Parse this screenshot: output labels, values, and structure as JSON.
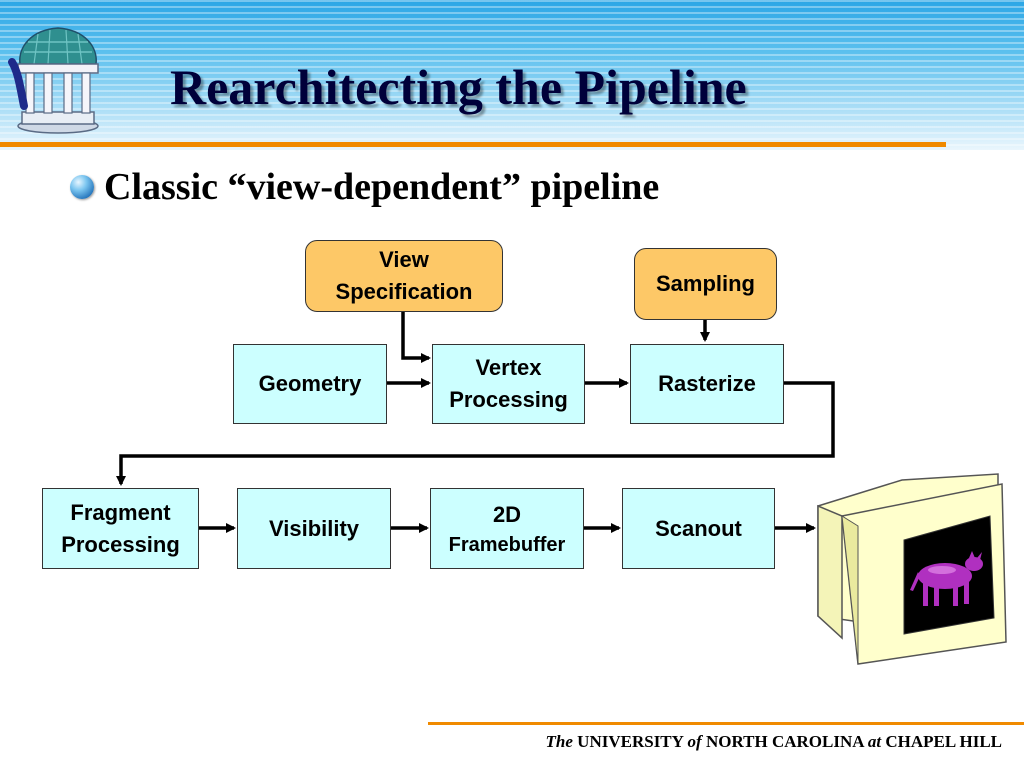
{
  "slide": {
    "title": "Rearchitecting the Pipeline",
    "bullet": "Classic “view-dependent” pipeline"
  },
  "diagram": {
    "control_nodes": {
      "view_spec_line1": "View",
      "view_spec_line2": "Specification",
      "sampling": "Sampling"
    },
    "stages": {
      "geometry": "Geometry",
      "vertex_line1": "Vertex",
      "vertex_line2": "Processing",
      "rasterize": "Rasterize",
      "fragment_line1": "Fragment",
      "fragment_line2": "Processing",
      "visibility": "Visibility",
      "framebuffer_line1": "2D",
      "framebuffer_line2": "Framebuffer",
      "scanout": "Scanout"
    }
  },
  "footer": {
    "the": "The",
    "university": "UNIVERSITY",
    "of": "of",
    "state": "NORTH CAROLINA",
    "at": "at",
    "city": "CHAPEL HILL"
  },
  "colors": {
    "stage_fill": "#ccffff",
    "control_fill": "#fdc867",
    "accent_rule": "#f08a00",
    "title_color": "#00003a",
    "monitor_fill": "#ffffcc",
    "cow_color": "#b030c0"
  },
  "icons": {
    "logo": "old-well-icon",
    "bullet": "blue-orb-icon",
    "display": "crt-monitor-icon"
  }
}
